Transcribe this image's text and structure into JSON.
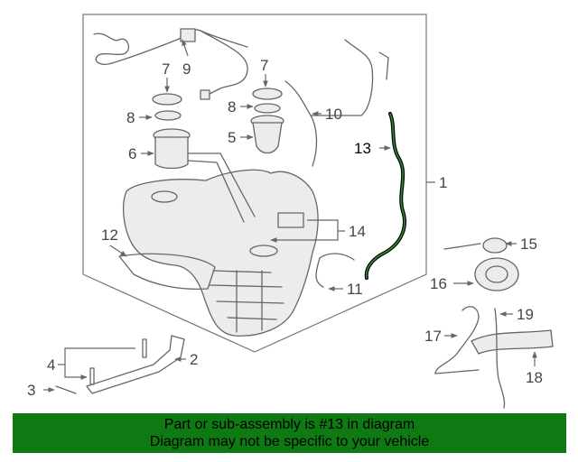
{
  "callouts": {
    "c1": "1",
    "c2": "2",
    "c3": "3",
    "c4": "4",
    "c5": "5",
    "c6": "6",
    "c7a": "7",
    "c7b": "7",
    "c8a": "8",
    "c8b": "8",
    "c9": "9",
    "c10": "10",
    "c11": "11",
    "c12": "12",
    "c13": "13",
    "c14": "14",
    "c15": "15",
    "c16": "16",
    "c17": "17",
    "c18": "18",
    "c19": "19"
  },
  "highlight_color": "#000000",
  "footer": {
    "line1": "Part or sub-assembly is #13 in diagram",
    "line2": "Diagram may not be specific to your vehicle",
    "background": "#0f7a13"
  }
}
